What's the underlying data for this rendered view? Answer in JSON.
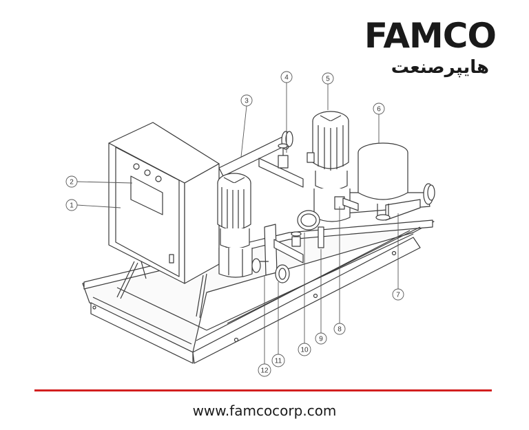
{
  "brand": {
    "latin_name": "FAMCO",
    "persian_name": "هایپرصنعت"
  },
  "callouts": [
    "1",
    "2",
    "3",
    "4",
    "5",
    "6",
    "7",
    "8",
    "9",
    "10",
    "11",
    "12"
  ],
  "footer": {
    "url": "www.famcocorp.com",
    "rule_color": "#d21f1f"
  }
}
